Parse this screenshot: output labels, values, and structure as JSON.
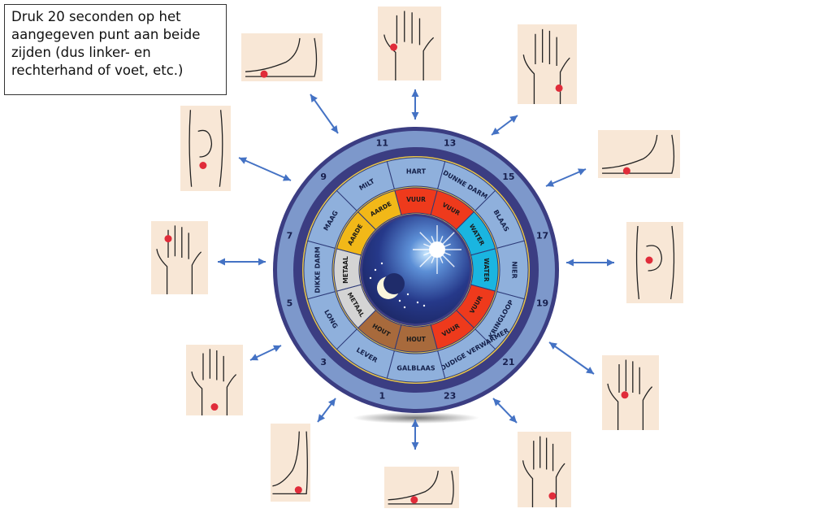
{
  "instruction": "Druk 20 seconden op het aangegeven punt aan beide zijden (dus linker- en rechterhand of voet, etc.)",
  "hours": [
    "11",
    "13",
    "15",
    "17",
    "19",
    "21",
    "23",
    "1",
    "3",
    "5",
    "7",
    "9"
  ],
  "meridians": [
    "HART",
    "DUNNE DARM",
    "BLAAS",
    "NIER",
    "KRINGLOOP",
    "DRIEVOUDIGE VERWARMER",
    "GALBLAAS",
    "LEVER",
    "LONG",
    "DIKKE DARM",
    "MAAG",
    "MILT"
  ],
  "elements": [
    "VUUR",
    "VUUR",
    "WATER",
    "WATER",
    "VUUR",
    "VUUR",
    "HOUT",
    "HOUT",
    "METAAL",
    "METAAL",
    "AARDE",
    "AARDE"
  ],
  "colors": {
    "fire": "#ee3a1c",
    "water": "#1ab5e0",
    "wood": "#a86a3c",
    "metal": "#d4d4d4",
    "earth": "#f2b818",
    "arrow": "#4472c4",
    "point": "#e02c3a",
    "outer_ring": "#7d98cb",
    "dark_ring": "#3b3d82",
    "meridian_ring": "#8fb0dc",
    "center_sky": "#1b2560"
  },
  "thumbnails": [
    {
      "icon": "foot-icon"
    },
    {
      "icon": "hand-icon"
    },
    {
      "icon": "hand-icon"
    },
    {
      "icon": "foot-icon"
    },
    {
      "icon": "knee-icon"
    },
    {
      "icon": "hand-icon"
    },
    {
      "icon": "hand-icon"
    },
    {
      "icon": "foot-icon"
    },
    {
      "icon": "foot-icon"
    },
    {
      "icon": "hand-icon"
    },
    {
      "icon": "hand-icon"
    },
    {
      "icon": "knee-icon"
    }
  ]
}
